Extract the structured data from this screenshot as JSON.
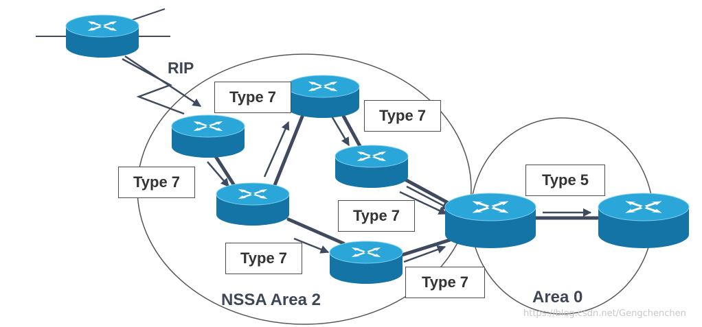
{
  "labels": {
    "rip": "RIP",
    "type7": "Type 7",
    "type5": "Type 5",
    "nssa_area": "NSSA Area 2",
    "area0": "Area 0"
  },
  "watermark": "https://blog.csdn.net/Gengchenchen",
  "colors": {
    "router_top": "#2aa6d8",
    "router_side": "#1474a6",
    "router_arrow": "#ffffff",
    "link": "#3f4a5e",
    "arrow": "#3f4a5e",
    "area_border": "#555555"
  }
}
